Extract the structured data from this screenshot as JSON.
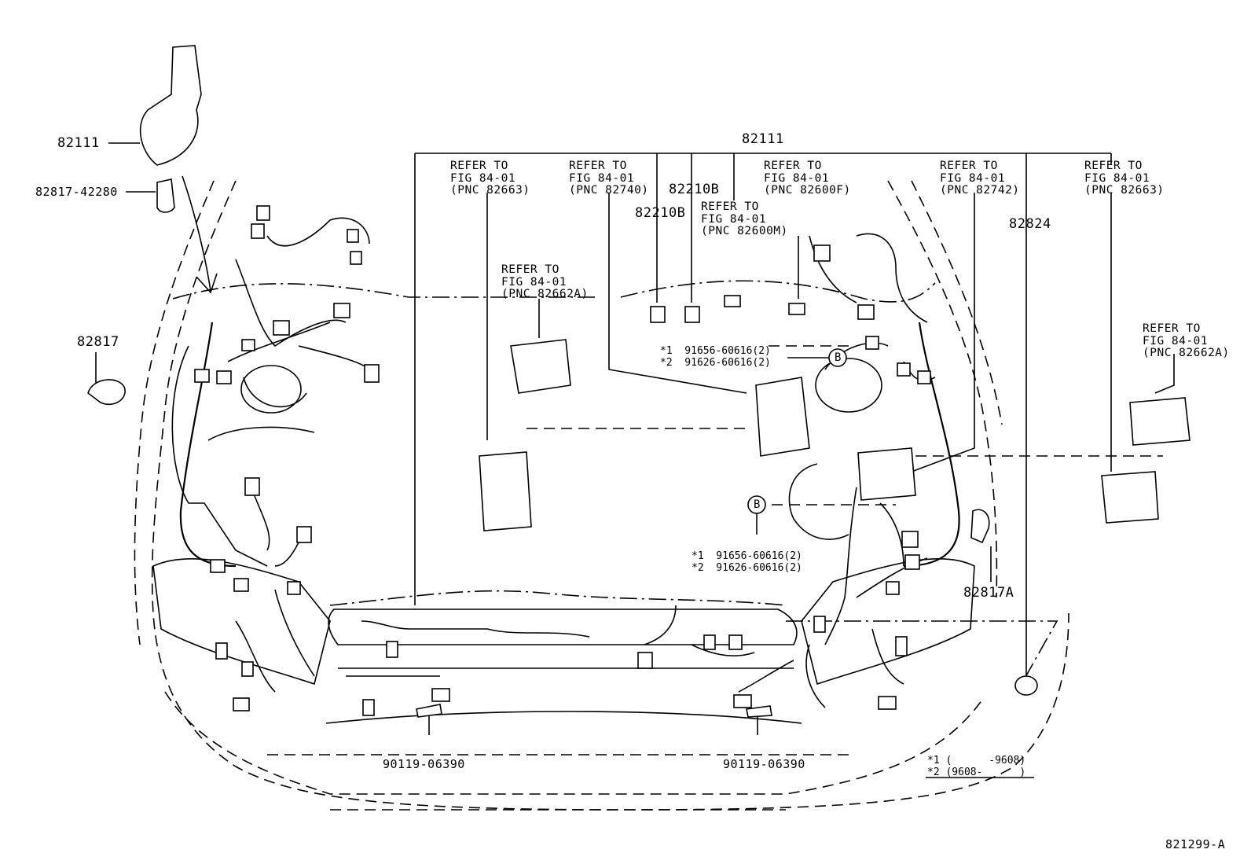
{
  "labels": {
    "p82111_left": "82111",
    "p82817_42280": "82817-42280",
    "p82817": "82817",
    "p82111_top": "82111",
    "p82210b_a": "82210B",
    "p82210b_b": "82210B",
    "p82824": "82824",
    "p82817a": "82817A",
    "p90119_left": "90119-06390",
    "p90119_right": "90119-06390",
    "circle_b": "B",
    "diagram_id": "821299-A"
  },
  "refer": {
    "r1": [
      "REFER TO",
      "FIG 84-01",
      "(PNC 82663)"
    ],
    "r2": [
      "REFER TO",
      "FIG 84-01",
      "(PNC 82740)"
    ],
    "r3": [
      "REFER TO",
      "FIG 84-01",
      "(PNC 82600M)"
    ],
    "r4": [
      "REFER TO",
      "FIG 84-01",
      "(PNC 82600F)"
    ],
    "r5": [
      "REFER TO",
      "FIG 84-01",
      "(PNC 82742)"
    ],
    "r6": [
      "REFER TO",
      "FIG 84-01",
      "(PNC 82663)"
    ],
    "r7": [
      "REFER TO",
      "FIG 84-01",
      "(PNC 82662A)"
    ],
    "r8": [
      "REFER TO",
      "FIG 84-01",
      "(PNC 82662A)"
    ]
  },
  "bolts_upper": [
    "*1  91656-60616(2)",
    "*2  91626-60616(2)"
  ],
  "bolts_lower": [
    "*1  91656-60616(2)",
    "*2  91626-60616(2)"
  ],
  "legend": [
    "*1 (      -9608)",
    "*2 (9608-      )"
  ]
}
